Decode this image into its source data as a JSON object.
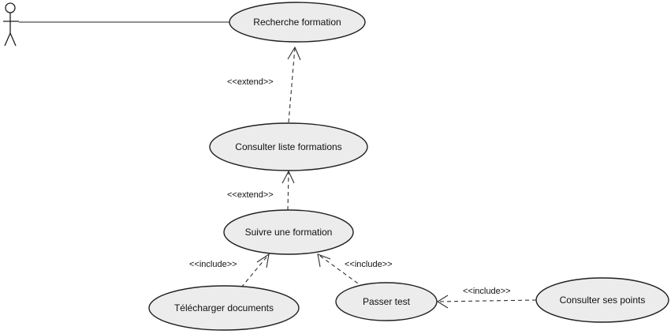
{
  "use_cases": {
    "recherche": "Recherche formation",
    "consulter_liste": "Consulter liste formations",
    "suivre": "Suivre une formation",
    "telecharger": "Télécharger documents",
    "passer_test": "Passer test",
    "consulter_points": "Consulter ses points"
  },
  "relations": {
    "extend_1": "<<extend>>",
    "extend_2": "<<extend>>",
    "include_1": "<<include>>",
    "include_2": "<<include>>",
    "include_3": "<<include>>"
  }
}
